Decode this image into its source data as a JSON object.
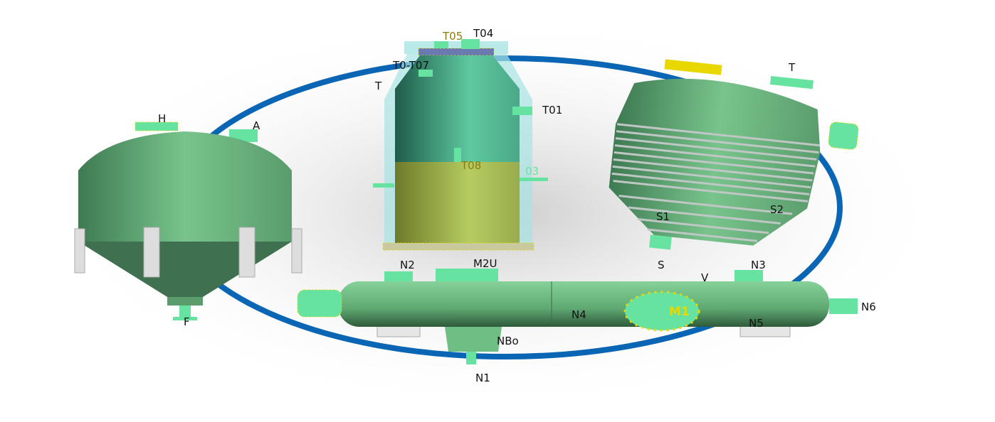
{
  "colors": {
    "ring": "#0a66b4",
    "vessel_green": "#6fbf85",
    "nozzle_green": "#66e3a0",
    "jacket_cyan": "#a8e4e4",
    "liquid_yellow": "#b8c85a",
    "bolts": "#e8d800"
  },
  "left_vessel": {
    "labels": [
      "H",
      "A",
      "F"
    ]
  },
  "column_vessel": {
    "labels": [
      "T05",
      "T04",
      "T0-T07",
      "T",
      "T01",
      "T08",
      "03"
    ]
  },
  "jacketed_vessel": {
    "labels": [
      "T",
      "S1",
      "S2",
      "S"
    ]
  },
  "horizontal_drum": {
    "labels": [
      "N2",
      "M2U",
      "V",
      "N3",
      "N6",
      "N4",
      "M1",
      "N5",
      "NBo",
      "N1"
    ]
  }
}
